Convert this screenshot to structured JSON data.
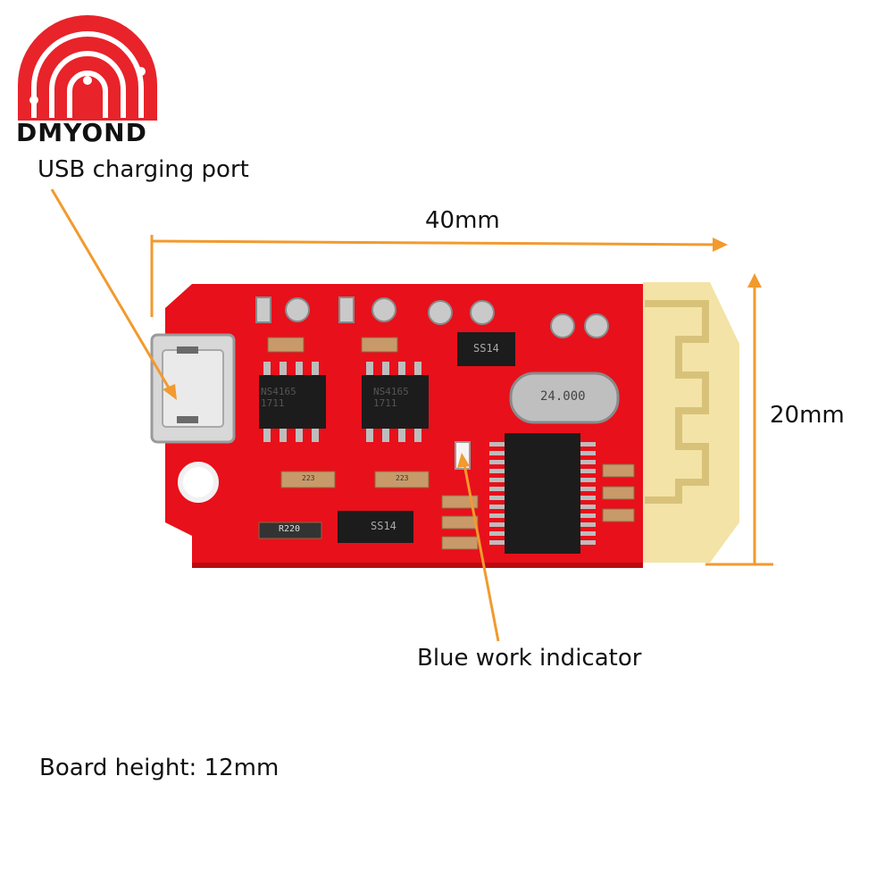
{
  "brand": {
    "name": "DMYOND",
    "color": "#e8232a"
  },
  "annotations": {
    "usb_port": "USB charging port",
    "width": "40mm",
    "height": "20mm",
    "indicator": "Blue work indicator",
    "board_height": "Board height: 12mm"
  },
  "components": {
    "amp_chip_marking": "NS4165",
    "amp_chip_date": "1711",
    "diode_marking": "SS14",
    "crystal_marking": "24.000",
    "resistor_marking": "R220",
    "cap_marking": "223"
  },
  "colors": {
    "pcb": "#e8101a",
    "antenna": "#f3e3a6",
    "dimension_line": "#f29a2e",
    "chip": "#1c1c1c"
  }
}
